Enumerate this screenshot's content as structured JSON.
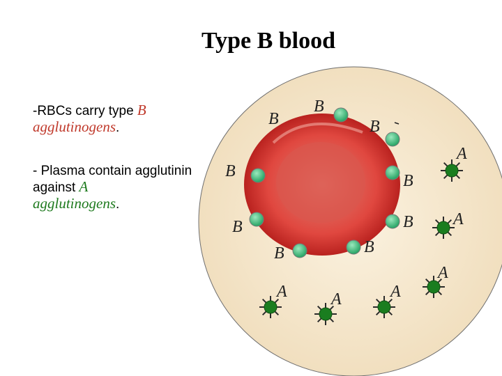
{
  "title": "Type B blood",
  "notes": {
    "line1_prefix": "-RBCs carry type ",
    "line1_type": "B",
    "line1_term": "agglutinogens",
    "line1_end": ".",
    "line2_prefix": "-  Plasma contain agglutinin against ",
    "line2_type": "A",
    "line2_term": "agglutinogens",
    "line2_end": "."
  },
  "labels": {
    "antigen": "B",
    "antibody": "A"
  },
  "colors": {
    "plasma": "#f5e8cf",
    "rbc_outer": "#d23a33",
    "rbc_center": "#e6675a",
    "antigen_dot": "#55c68c",
    "antibody_dot": "#1a7d1f",
    "text_red": "#c0392b",
    "text_green": "#1e7a1e"
  }
}
